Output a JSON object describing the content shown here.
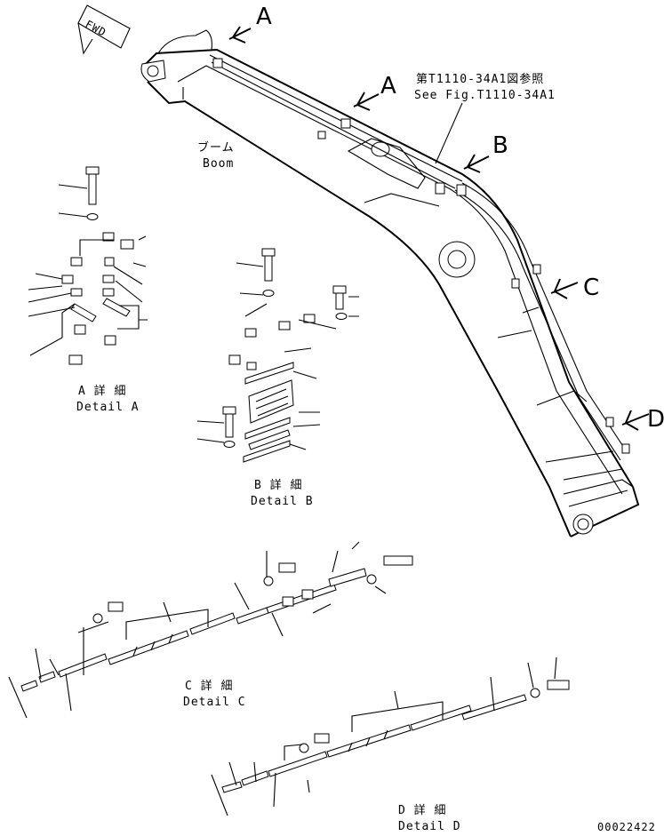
{
  "fwd_label": "FWD",
  "view_labels": {
    "a": "A",
    "b": "B",
    "c": "C",
    "d": "D"
  },
  "reference": {
    "jp": "第T1110-34A1図参照",
    "en": "See Fig.T1110-34A1"
  },
  "boom": {
    "jp": "ブーム",
    "en": "Boom"
  },
  "details": {
    "a": {
      "jp": "A 詳 細",
      "en": "Detail A"
    },
    "b": {
      "jp": "B 詳 細",
      "en": "Detail B"
    },
    "c": {
      "jp": "C 詳 細",
      "en": "Detail C"
    },
    "d": {
      "jp": "D 詳 細",
      "en": "Detail D"
    }
  },
  "drawing_number": "00022422"
}
